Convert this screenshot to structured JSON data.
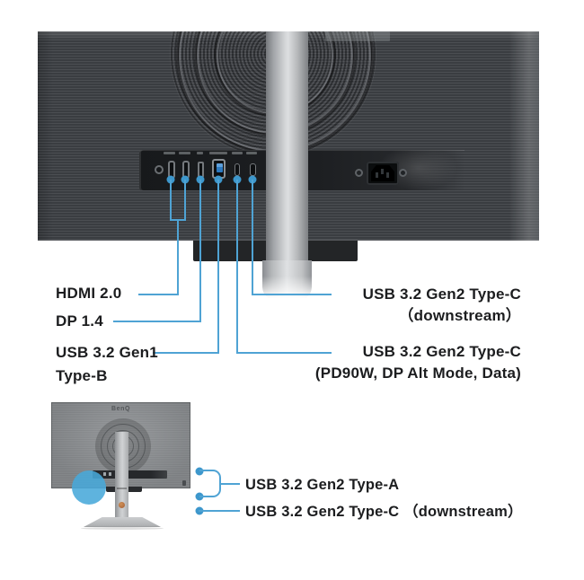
{
  "colors": {
    "line_blue": "#4FA3D4",
    "dot_blue": "#3D97CC",
    "highlight_blue": "#48A8D9",
    "usb_b_blue": "#2C79C0"
  },
  "top_diagram": {
    "left_callouts": [
      {
        "label": "HDMI 2.0"
      },
      {
        "label": "DP 1.4"
      },
      {
        "label": "USB 3.2 Gen1",
        "label2": "Type-B"
      }
    ],
    "right_callouts": [
      {
        "label": "USB 3.2 Gen2 Type-C",
        "label2": "（downstream）"
      },
      {
        "label": "USB 3.2 Gen2 Type-C",
        "label2": "(PD90W, DP Alt Mode, Data)"
      }
    ],
    "port_icons": [
      "audio-jack",
      "hdmi-1",
      "hdmi-2",
      "displayport",
      "usb-type-b",
      "usb-type-c-1",
      "usb-type-c-2",
      "ac-power-inlet"
    ]
  },
  "bottom_diagram": {
    "logo": "BenQ",
    "callouts": [
      {
        "label": "USB 3.2 Gen2 Type-A"
      },
      {
        "label": "USB 3.2 Gen2 Type-C （downstream）"
      }
    ]
  }
}
